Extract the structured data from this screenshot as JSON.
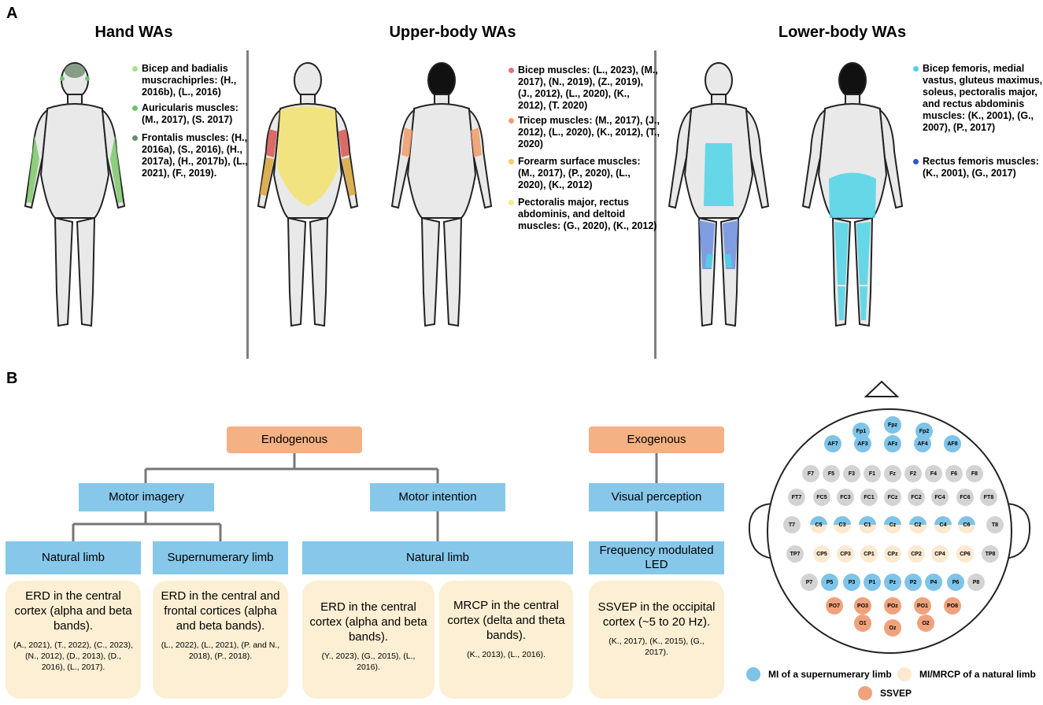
{
  "panelA": {
    "letter": "A",
    "hand": {
      "title": "Hand WAs",
      "legend": [
        {
          "text": "Bicep and badialis muscrachiprles: (H., 2016b), (L., 2016)",
          "color": "#a8e08a"
        },
        {
          "text": "Auricularis muscles: (M., 2017), (S. 2017)",
          "color": "#6cc56c"
        },
        {
          "text": "Frontalis muscles: (H., 2016a), (S., 2016), (H., 2017a), (H., 2017b), (L., 2021), (F., 2019).",
          "color": "#6e8a6e"
        }
      ]
    },
    "upper": {
      "title": "Upper-body WAs",
      "legend": [
        {
          "text": "Bicep muscles: (L., 2023), (M., 2017), (N., 2019), (Z., 2019), (J., 2012), (L., 2020), (K., 2012), (T. 2020)",
          "color": "#e57373"
        },
        {
          "text": "Tricep muscles: (M., 2017), (J., 2012), (L., 2020), (K., 2012), (T., 2020)",
          "color": "#f0a070"
        },
        {
          "text": "Forearm surface muscles: (M., 2017), (P., 2020), (L., 2020), (K., 2012)",
          "color": "#f2cc6e"
        },
        {
          "text": "Pectoralis major, rectus abdominis, and deltoid muscles: (G., 2020), (K., 2012)",
          "color": "#f7eb8c"
        }
      ]
    },
    "lower": {
      "title": "Lower-body WAs",
      "legend": [
        {
          "text": "Bicep femoris, medial vastus, gluteus maximus, soleus, pectoralis major, and rectus abdominis muscles: (K., 2001), (G., 2007), (P., 2017)",
          "color": "#4fd3e6"
        },
        {
          "text": "Rectus femoris muscles: (K., 2001), (G., 2017)",
          "color": "#2e55c8"
        }
      ]
    }
  },
  "panelB": {
    "letter": "B",
    "endogenous": "Endogenous",
    "exogenous": "Exogenous",
    "motor_imagery": "Motor imagery",
    "motor_intention": "Motor intention",
    "visual_perception": "Visual perception",
    "natural_limb_1": "Natural limb",
    "supernumerary_limb": "Supernumerary limb",
    "natural_limb_2": "Natural limb",
    "freq_led": "Frequency modulated LED",
    "cards": [
      {
        "main": "ERD in the central cortex (alpha and beta bands).",
        "cite": "(A., 2021), (T., 2022), (C., 2023), (N., 2012), (D., 2013), (D., 2016), (L., 2017)."
      },
      {
        "main": "ERD in the central and frontal cortices (alpha and beta bands).",
        "cite": "(L., 2022), (L., 2021), (P. and N., 2018), (P., 2018)."
      },
      {
        "main": "ERD in the central cortex (alpha and beta bands).",
        "cite": "(Y., 2023), (G., 2015), (L., 2016)."
      },
      {
        "main": "MRCP in the central cortex (delta and theta bands).",
        "cite": "(K., 2013), (L., 2016)."
      },
      {
        "main": "SSVEP in the occipital cortex (~5 to 20 Hz).",
        "cite": "(K., 2017), (K., 2015), (G., 2017)."
      }
    ],
    "electrodes": [
      {
        "label": "Fpz",
        "t": "mi"
      },
      {
        "label": "Fp1",
        "t": "mi"
      },
      {
        "label": "Fp2",
        "t": "mi"
      },
      {
        "label": "AF7",
        "t": "mi"
      },
      {
        "label": "AF3",
        "t": "mi"
      },
      {
        "label": "AFz",
        "t": "mi"
      },
      {
        "label": "AF4",
        "t": "mi"
      },
      {
        "label": "AF8",
        "t": "mi"
      },
      {
        "label": "F7",
        "t": "no"
      },
      {
        "label": "F5",
        "t": "no"
      },
      {
        "label": "F3",
        "t": "no"
      },
      {
        "label": "F1",
        "t": "no"
      },
      {
        "label": "Fz",
        "t": "no"
      },
      {
        "label": "F2",
        "t": "no"
      },
      {
        "label": "F4",
        "t": "no"
      },
      {
        "label": "F6",
        "t": "no"
      },
      {
        "label": "F8",
        "t": "no"
      },
      {
        "label": "FT7",
        "t": "no"
      },
      {
        "label": "FC5",
        "t": "no"
      },
      {
        "label": "FC3",
        "t": "no"
      },
      {
        "label": "FC1",
        "t": "no"
      },
      {
        "label": "FCz",
        "t": "no"
      },
      {
        "label": "FC2",
        "t": "no"
      },
      {
        "label": "FC4",
        "t": "no"
      },
      {
        "label": "FC6",
        "t": "no"
      },
      {
        "label": "FT8",
        "t": "no"
      },
      {
        "label": "T7",
        "t": "no"
      },
      {
        "label": "C5",
        "t": "half"
      },
      {
        "label": "C3",
        "t": "half"
      },
      {
        "label": "C1",
        "t": "half"
      },
      {
        "label": "Cz",
        "t": "half"
      },
      {
        "label": "C2",
        "t": "half"
      },
      {
        "label": "C4",
        "t": "half"
      },
      {
        "label": "C6",
        "t": "half"
      },
      {
        "label": "T8",
        "t": "no"
      },
      {
        "label": "TP7",
        "t": "no"
      },
      {
        "label": "CP5",
        "t": "na"
      },
      {
        "label": "CP3",
        "t": "na"
      },
      {
        "label": "CP1",
        "t": "na"
      },
      {
        "label": "CPz",
        "t": "na"
      },
      {
        "label": "CP2",
        "t": "na"
      },
      {
        "label": "CP4",
        "t": "na"
      },
      {
        "label": "CP6",
        "t": "na"
      },
      {
        "label": "TP8",
        "t": "no"
      },
      {
        "label": "P7",
        "t": "no"
      },
      {
        "label": "P5",
        "t": "mi"
      },
      {
        "label": "P3",
        "t": "mi"
      },
      {
        "label": "P1",
        "t": "mi"
      },
      {
        "label": "Pz",
        "t": "mi"
      },
      {
        "label": "P2",
        "t": "mi"
      },
      {
        "label": "P4",
        "t": "mi"
      },
      {
        "label": "P6",
        "t": "mi"
      },
      {
        "label": "P8",
        "t": "no"
      },
      {
        "label": "PO7",
        "t": "ss"
      },
      {
        "label": "PO3",
        "t": "ss"
      },
      {
        "label": "POz",
        "t": "ss"
      },
      {
        "label": "PO1",
        "t": "ss"
      },
      {
        "label": "PO8",
        "t": "ss"
      },
      {
        "label": "O1",
        "t": "ss"
      },
      {
        "label": "Oz",
        "t": "ss"
      },
      {
        "label": "O2",
        "t": "ss"
      }
    ],
    "legend": {
      "mi": "MI of a supernumerary limb",
      "na": "MI/MRCP of a natural limb",
      "ss": "SSVEP"
    }
  }
}
